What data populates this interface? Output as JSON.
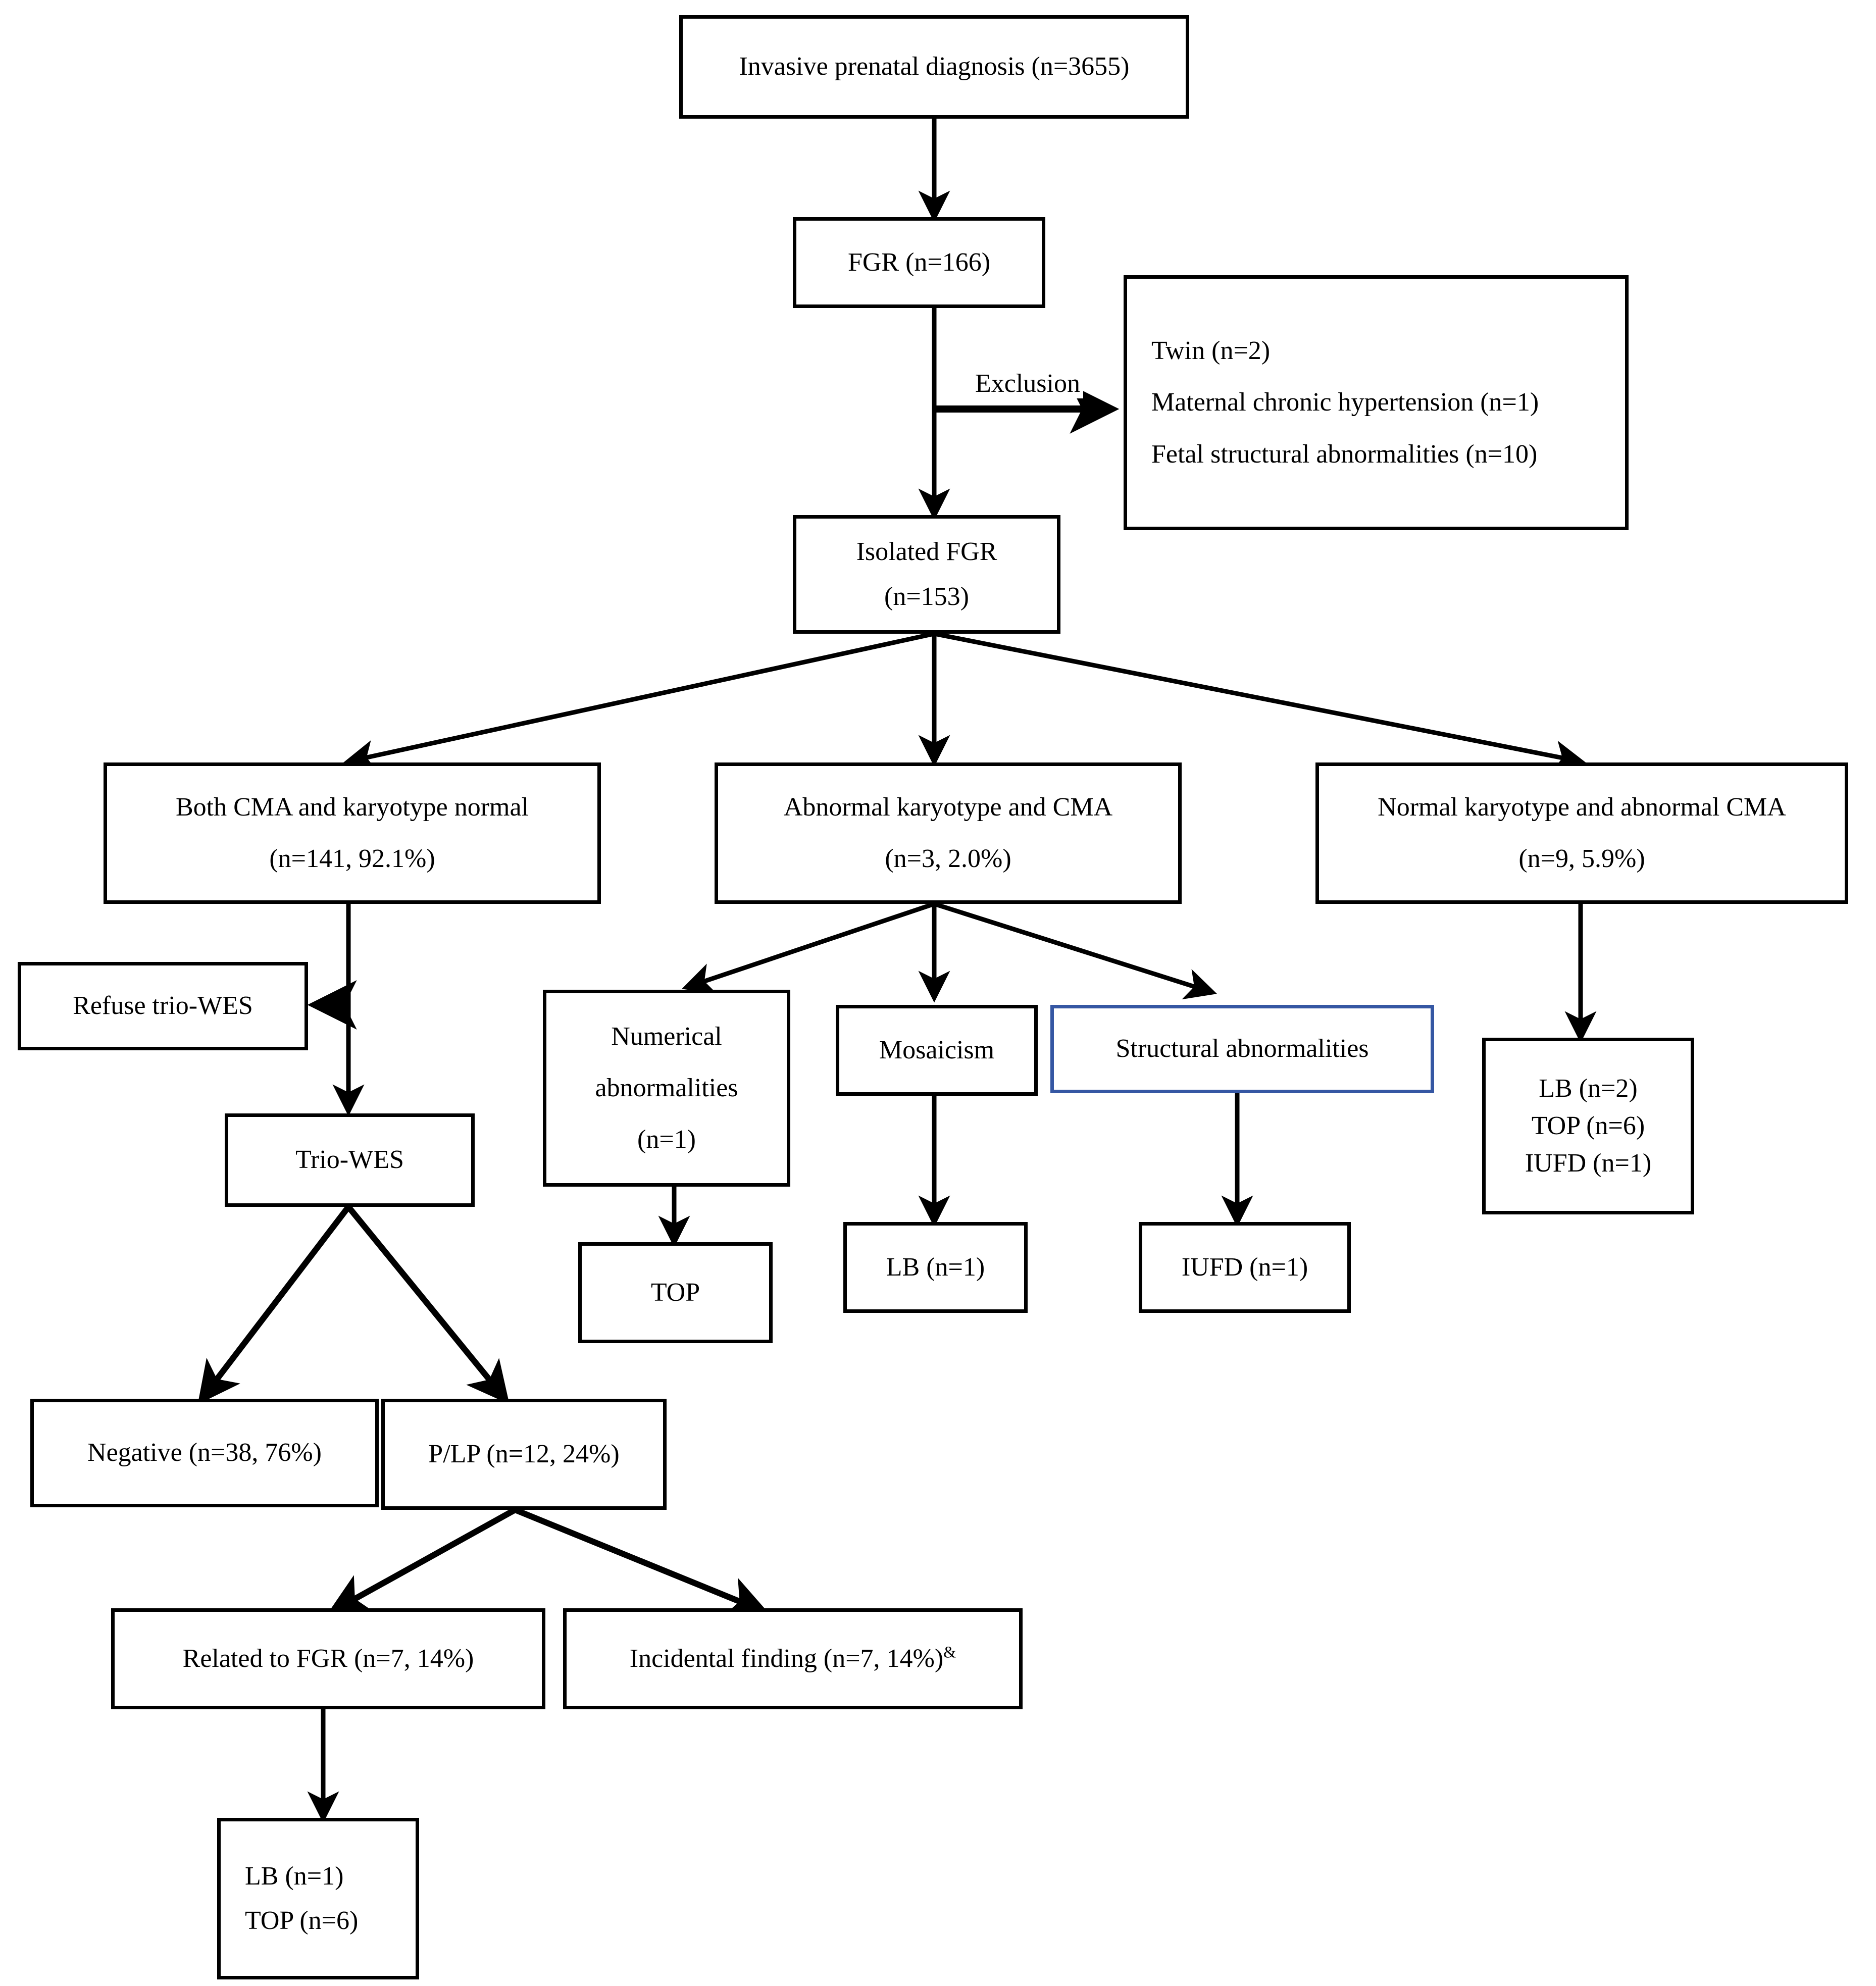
{
  "diagram": {
    "title": "Invasive prenatal diagnosis study flowchart",
    "accent_blue": "#3557A3",
    "line_color": "#000000",
    "background": "#ffffff"
  },
  "nodes": {
    "invasive_prenatal": {
      "line1": "Invasive prenatal diagnosis (n=3655)"
    },
    "fgr": {
      "line1": "FGR (n=166)"
    },
    "exclusion_criteria": {
      "line1": "Twin (n=2)",
      "line2": "Maternal chronic hypertension (n=1)",
      "line3": "Fetal structural abnormalities (n=10)"
    },
    "isolated_fgr": {
      "line1": "Isolated FGR",
      "line2": "(n=153)"
    },
    "both_normal": {
      "line1": "Both CMA and karyotype normal",
      "line2": "(n=141, 92.1%)"
    },
    "abnormal_karyotype_cma": {
      "line1": "Abnormal karyotype and CMA",
      "line2": "(n=3, 2.0%)"
    },
    "normal_karyotype_abnormal_cma": {
      "line1": "Normal karyotype and abnormal CMA",
      "line2": "(n=9, 5.9%)"
    },
    "refuse_trio_wes": {
      "line1": "Refuse trio-WES"
    },
    "numerical_abnormalities": {
      "line1": "Numerical",
      "line2": "abnormalities",
      "line3": "(n=1)"
    },
    "mosaicism": {
      "line1": "Mosaicism"
    },
    "structural_abnormalities": {
      "line1": "Structural abnormalities"
    },
    "outcomes_right": {
      "line1": "LB (n=2)",
      "line2": "TOP (n=6)",
      "line3": "IUFD (n=1)"
    },
    "trio_wes": {
      "line1": "Trio-WES"
    },
    "top_numerical": {
      "line1": "TOP"
    },
    "lb_mosaicism": {
      "line1": "LB (n=1)"
    },
    "iufd_structural": {
      "line1": "IUFD (n=1)"
    },
    "negative": {
      "line1": "Negative (n=38, 76%)"
    },
    "plp": {
      "line1": "P/LP (n=12, 24%)"
    },
    "related_to_fgr": {
      "line1": "Related to FGR (n=7, 14%)"
    },
    "incidental_finding": {
      "line1": "Incidental finding (n=7, 14%)",
      "superscript": "&"
    },
    "outcomes_bottom": {
      "line1": "LB (n=1)",
      "line2": "TOP (n=6)"
    }
  },
  "edges": {
    "exclusion_label": "Exclusion"
  }
}
